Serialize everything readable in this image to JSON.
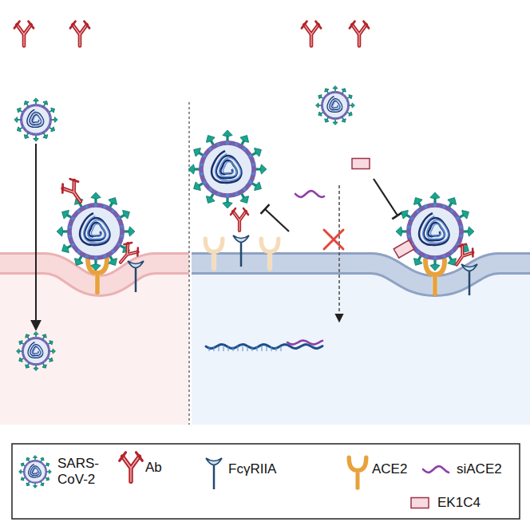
{
  "diagram": {
    "legend": [
      {
        "text": "SARS-CoV-2"
      },
      {
        "text": "Ab"
      },
      {
        "text": "FcγRIIA"
      },
      {
        "text": "ACE2"
      },
      {
        "text": "siACE2"
      },
      {
        "text": "EK1C4"
      }
    ]
  }
}
